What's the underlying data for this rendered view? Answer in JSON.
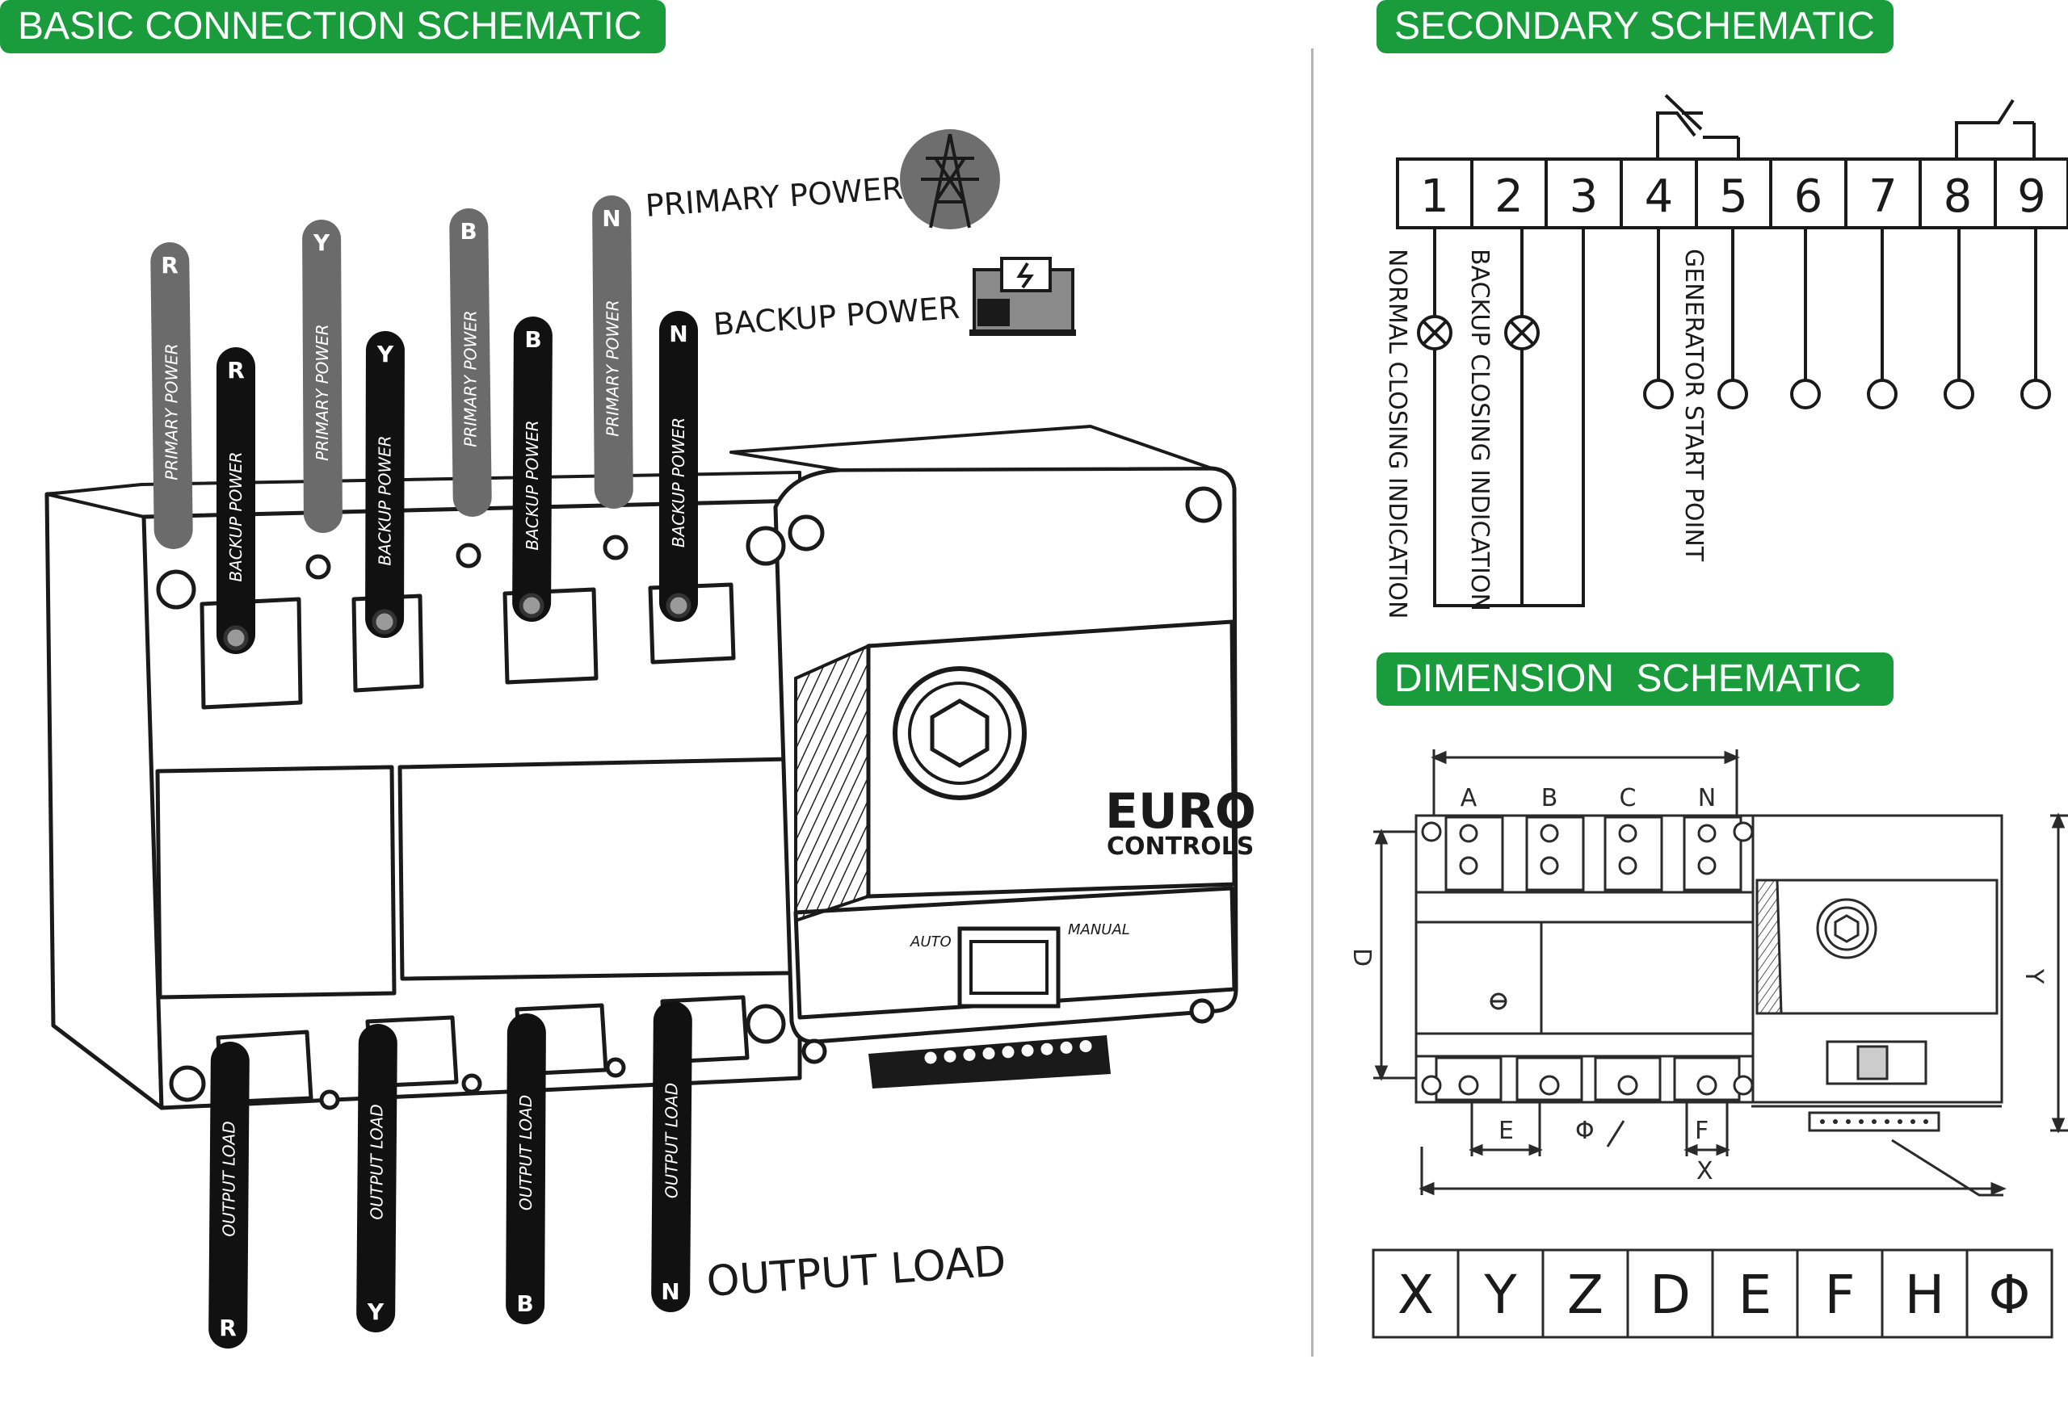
{
  "sections": {
    "basic_title": "BASIC CONNECTION SCHEMATIC",
    "secondary_title": "SECONDARY SCHEMATIC",
    "dimension_title": "DIMENSION  SCHEMATIC"
  },
  "basic": {
    "primary_power_label": "PRIMARY POWER",
    "backup_power_label": "BACKUP POWER",
    "output_load_label": "OUTPUT LOAD",
    "brand_line1": "EURO",
    "brand_line2": "CONTROLS",
    "switch_auto": "AUTO",
    "switch_manual": "MANUAL",
    "primary_cables": [
      {
        "phase": "R",
        "text": "PRIMARY POWER"
      },
      {
        "phase": "Y",
        "text": "PRIMARY POWER"
      },
      {
        "phase": "B",
        "text": "PRIMARY POWER"
      },
      {
        "phase": "N",
        "text": "PRIMARY POWER"
      }
    ],
    "backup_cables": [
      {
        "phase": "R",
        "text": "BACKUP POWER"
      },
      {
        "phase": "Y",
        "text": "BACKUP POWER"
      },
      {
        "phase": "B",
        "text": "BACKUP POWER"
      },
      {
        "phase": "N",
        "text": "BACKUP POWER"
      }
    ],
    "output_cables": [
      {
        "phase": "R",
        "text": "OUTPUT LOAD"
      },
      {
        "phase": "Y",
        "text": "OUTPUT LOAD"
      },
      {
        "phase": "B",
        "text": "OUTPUT LOAD"
      },
      {
        "phase": "N",
        "text": "OUTPUT LOAD"
      }
    ]
  },
  "secondary": {
    "terminals": [
      "1",
      "2",
      "3",
      "4",
      "5",
      "6",
      "7",
      "8",
      "9"
    ],
    "normal_closing": "NORMAL CLOSING INDICATION",
    "backup_closing": "BACKUP CLOSING INDICATION",
    "generator_start": "GENERATOR START POINT"
  },
  "dimension": {
    "pole_labels": [
      "A",
      "B",
      "C",
      "N"
    ],
    "label_D": "D",
    "label_Y": "Y",
    "label_E": "E",
    "label_F": "F",
    "label_X": "X",
    "label_phi": "Φ",
    "table_headers": [
      "X",
      "Y",
      "Z",
      "D",
      "E",
      "F",
      "H",
      "Φ"
    ]
  }
}
